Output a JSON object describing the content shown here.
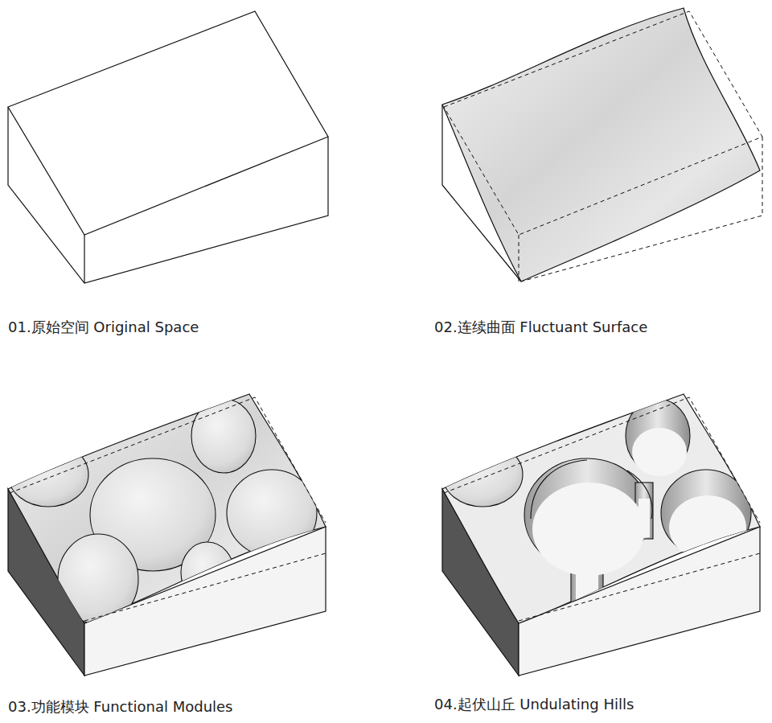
{
  "diagram": {
    "labels": [
      "01.原始空间 Original Space",
      "02.连续曲面 Fluctuant Surface",
      "03.功能模块 Functional Modules",
      "04.起伏山丘 Undulating Hills"
    ]
  }
}
